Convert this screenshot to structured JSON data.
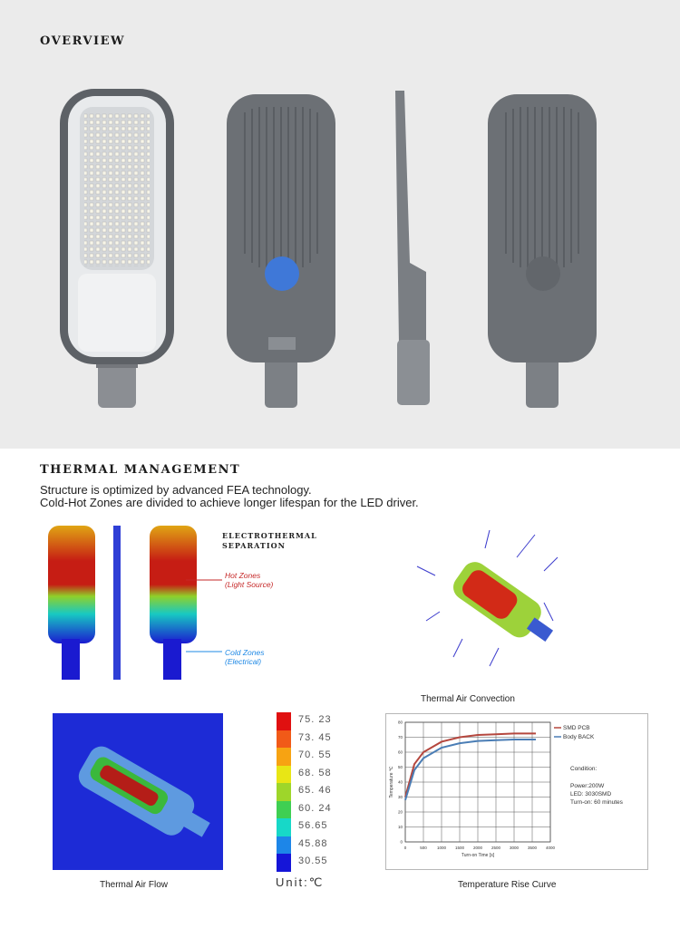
{
  "overview": {
    "title": "OVERVIEW"
  },
  "thermal": {
    "title": "THERMAL MANAGEMENT",
    "line1": "Structure is optimized  by  advanced  FEA technology.",
    "line2": "Cold-Hot Zones are divided to achieve longer lifespan for the LED driver.",
    "separation_label_1": "ELECTROTHERMAL",
    "separation_label_2": "SEPARATION",
    "hot_zones_1": "Hot Zones",
    "hot_zones_2": "(Light Source)",
    "cold_zones_1": "Cold Zones",
    "cold_zones_2": "(Electrical)",
    "hot_color": "#c62828",
    "cold_color": "#1e88e5"
  },
  "captions": {
    "air_convection": "Thermal Air Convection",
    "air_flow": "Thermal Air Flow",
    "rise_curve": "Temperature Rise Curve"
  },
  "scale": {
    "values": [
      "75. 23",
      "73. 45",
      "70. 55",
      "68. 58",
      "65. 46",
      "60. 24",
      "56.65",
      "45.88",
      "30.55"
    ],
    "colors": [
      "#e01010",
      "#f15a18",
      "#f7a312",
      "#e8e615",
      "#9ed62a",
      "#3fcf52",
      "#17d8c8",
      "#1d86e8",
      "#1515d8"
    ],
    "unit": "Unit:℃"
  },
  "rise_chart": {
    "legend": [
      "SMD PCB",
      "Body BACK"
    ],
    "condition_title": "Condition:",
    "condition_lines": [
      "Power:200W",
      "LED: 3030SMD",
      "Turn-on: 60 minutes"
    ],
    "ylabel": "Temperature    ℃",
    "xlabel": "Turn-on Time [s]",
    "yticks": [
      "80",
      "70",
      "60",
      "50",
      "40",
      "30",
      "20",
      "10",
      "0"
    ],
    "xticks": [
      "0",
      "500",
      "1000",
      "1500",
      "2000",
      "2500",
      "3000",
      "3500",
      "4000"
    ],
    "colors": [
      "#b5473e",
      "#4a7db5"
    ]
  },
  "chart_data": {
    "type": "line",
    "xlabel": "Turn-on Time [s]",
    "ylabel": "Temperature ℃",
    "xlim": [
      0,
      4000
    ],
    "ylim": [
      0,
      80
    ],
    "x": [
      0,
      250,
      500,
      1000,
      1500,
      2000,
      2500,
      3000,
      3600
    ],
    "series": [
      {
        "name": "SMD PCB",
        "values": [
          30,
          52,
          60,
          67,
          70,
          71.5,
          72,
          72.5,
          72.5
        ]
      },
      {
        "name": "Body BACK",
        "values": [
          28,
          48,
          56,
          63,
          66,
          67.5,
          68,
          68.5,
          68.5
        ]
      }
    ]
  }
}
